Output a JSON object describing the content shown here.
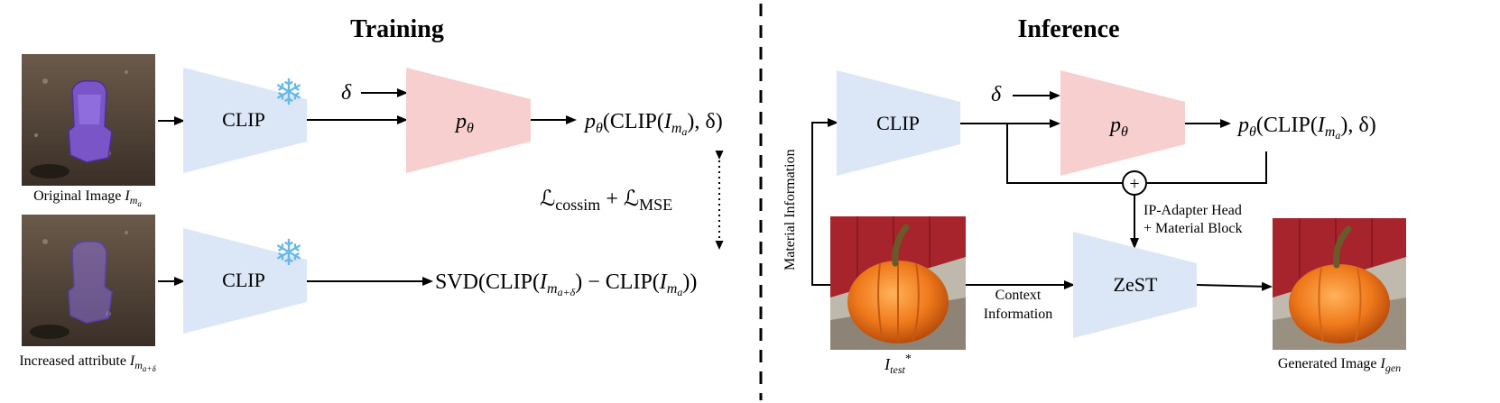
{
  "training": {
    "title": "Training",
    "clip_label": "CLIP",
    "p_label": "p",
    "p_sub": "θ",
    "delta": "δ",
    "caption_orig_prefix": "Original Image ",
    "caption_orig_var": "I",
    "caption_orig_sub": "m",
    "caption_orig_subsub": "a",
    "caption_incr_prefix": "Increased attribute ",
    "caption_incr_var": "I",
    "caption_incr_sub": "m",
    "caption_incr_subsub": "a+δ",
    "output_top": "(CLIP(",
    "output_top_end": "), δ)",
    "loss_L1": "ℒ",
    "loss_sub1": "cossim",
    "loss_plus": " + ",
    "loss_L2": "ℒ",
    "loss_sub2": "MSE",
    "svd_prefix": "SVD(CLIP(",
    "svd_mid": ") − CLIP(",
    "svd_end": "))"
  },
  "inference": {
    "title": "Inference",
    "clip_label": "CLIP",
    "p_label": "p",
    "p_sub": "θ",
    "delta": "δ",
    "output": "(CLIP(",
    "output_end": "), δ)",
    "plus": "+",
    "ip_adapter_line1": "IP-Adapter Head",
    "ip_adapter_line2": "+ Material Block",
    "zest_label": "ZeST",
    "context_line1": "Context",
    "context_line2": "Information",
    "material_info": "Material Information",
    "test_var": "I",
    "test_sub": "test",
    "test_star": "*",
    "gen_prefix": "Generated Image ",
    "gen_var": "I",
    "gen_sub": "gen"
  },
  "colors": {
    "clip_fill": "#dbe6f6",
    "p_fill": "#f7cfcf",
    "snowflake": "#69b8ea",
    "ground": "#4a3d33",
    "chair": "#7a55c8",
    "pumpkin": "#ef7b1f",
    "barn": "#a8242c"
  }
}
